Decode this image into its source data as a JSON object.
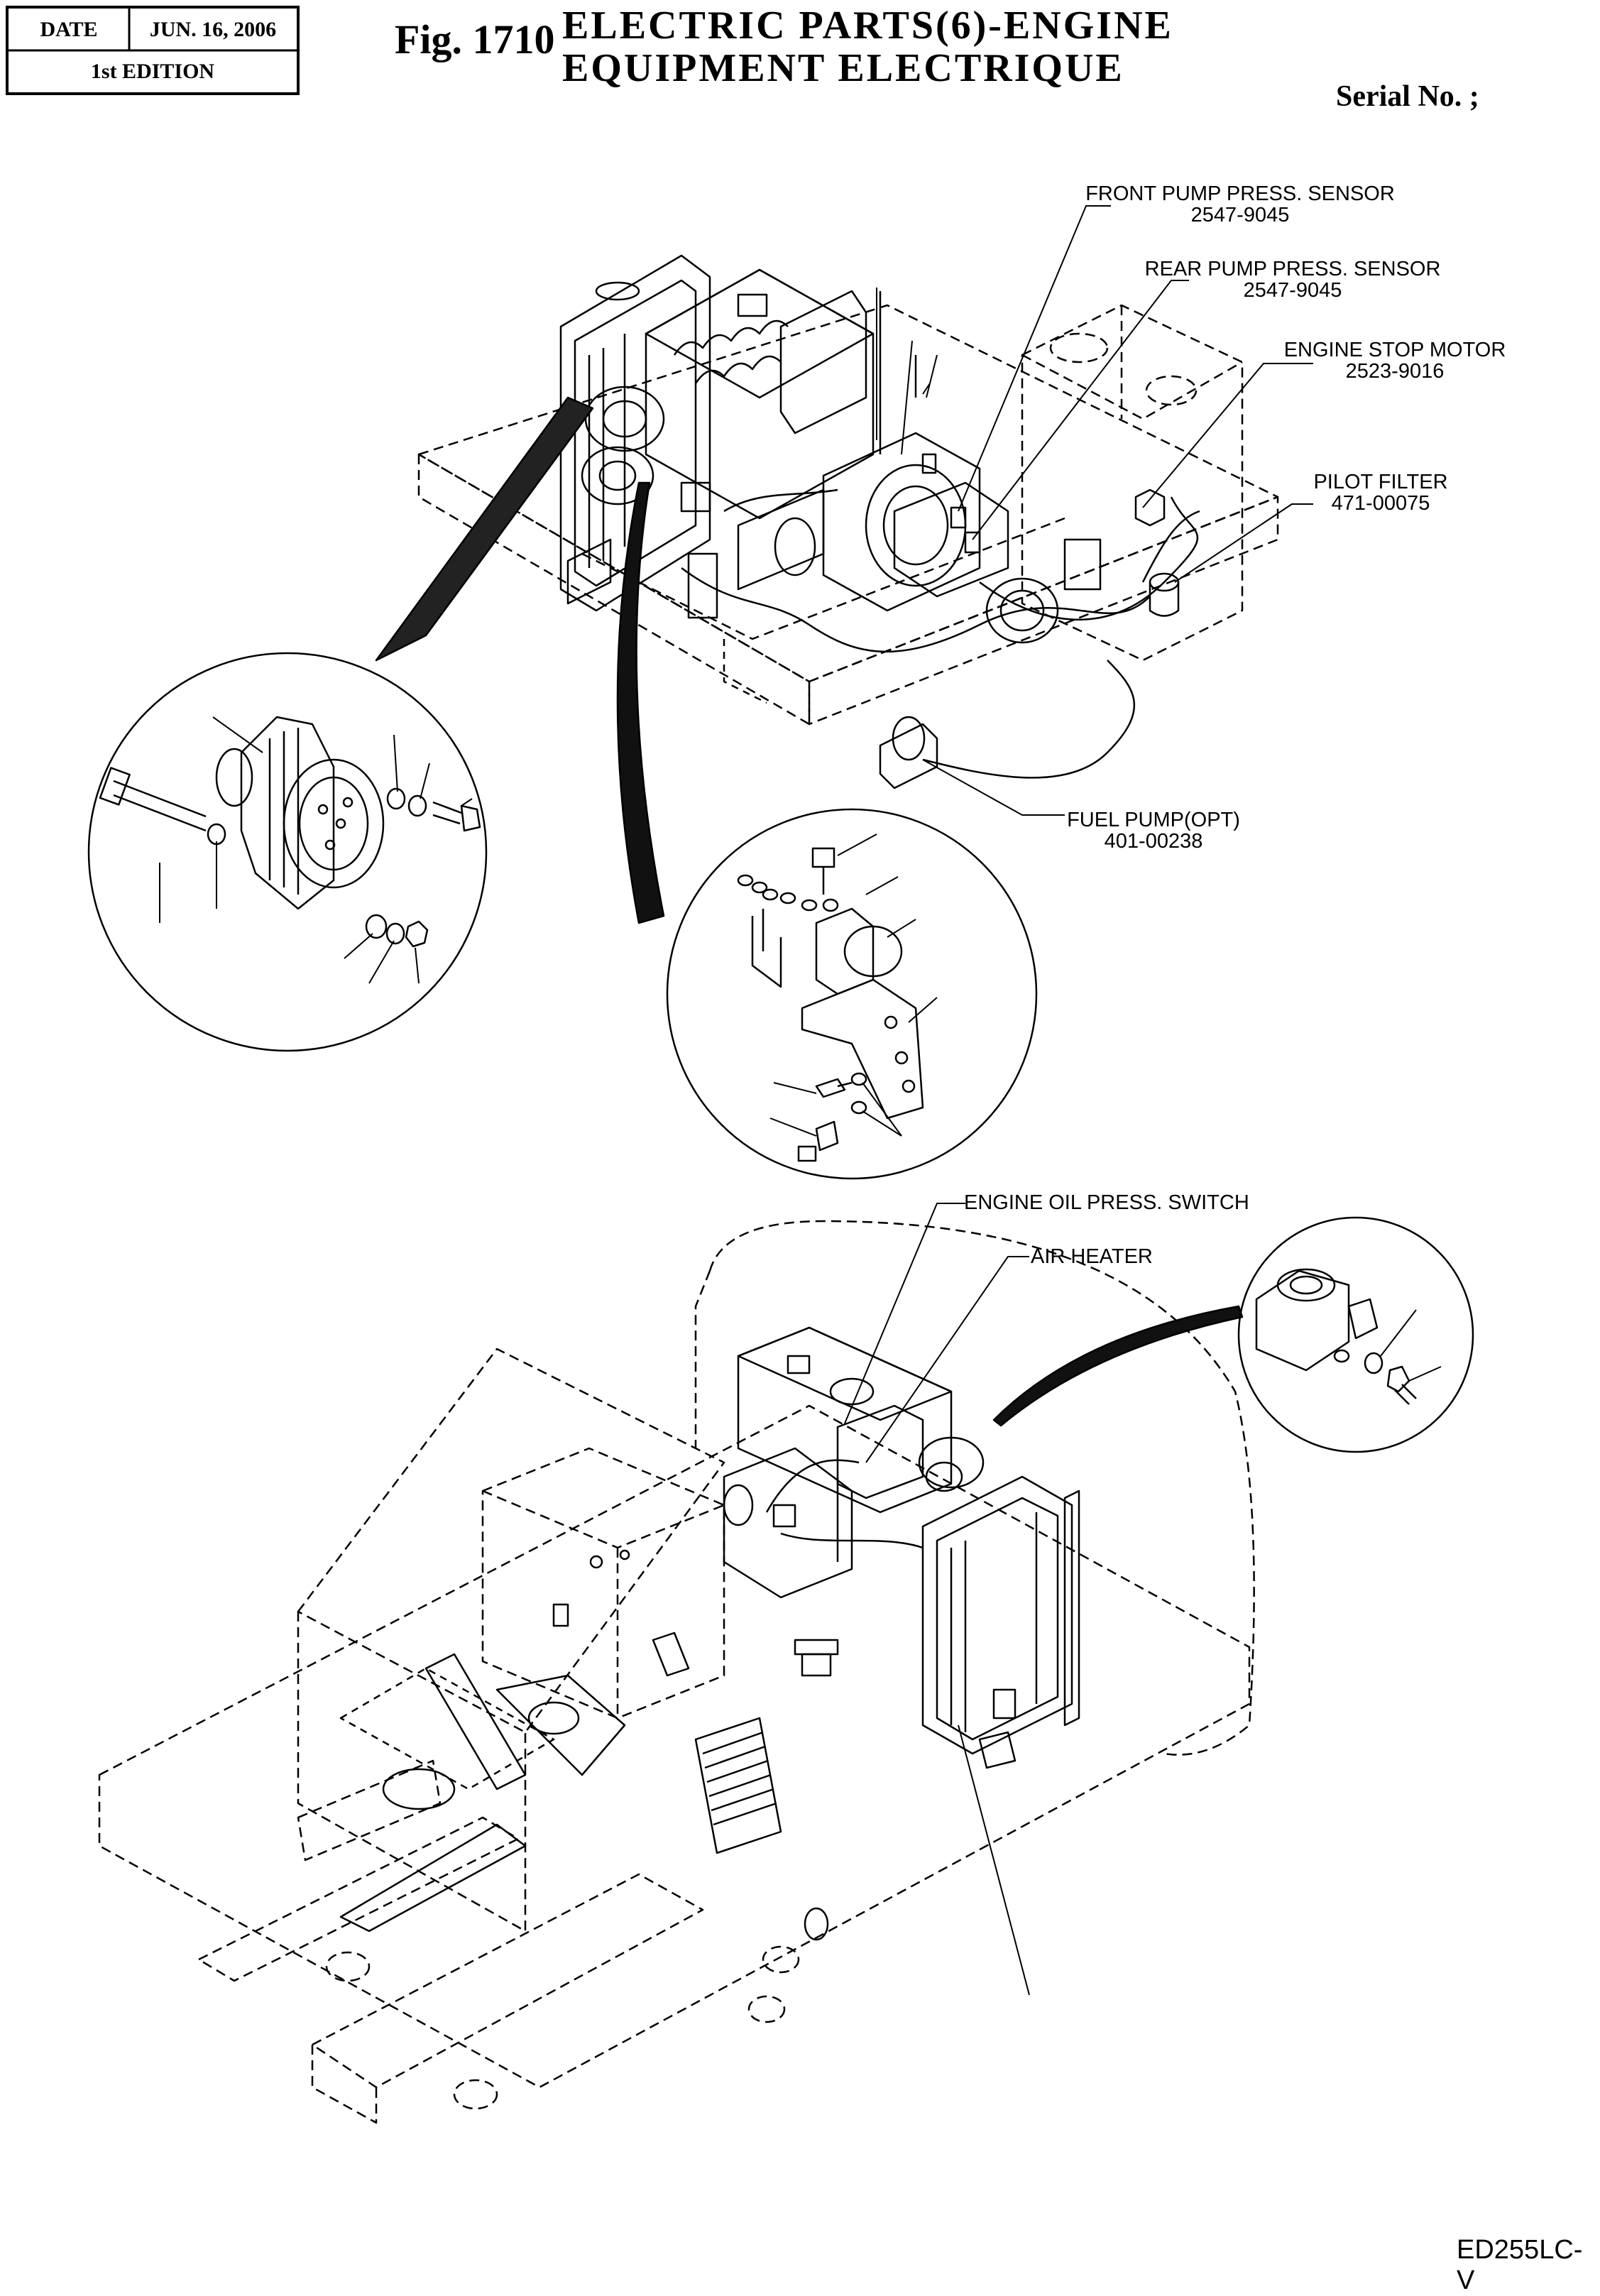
{
  "header": {
    "date_label": "DATE",
    "date_value": "JUN. 16, 2006",
    "edition": "1st EDITION"
  },
  "figure": {
    "number": "Fig. 1710",
    "title_line1": "ELECTRIC  PARTS(6)-ENGINE",
    "title_line2": "EQUIPMENT  ELECTRIQUE",
    "serial": "Serial No. ;",
    "model": "ED255LC-V"
  },
  "callouts": [
    {
      "name": "FRONT PUMP PRESS. SENSOR",
      "part_no": "2547-9045"
    },
    {
      "name": "REAR PUMP PRESS. SENSOR",
      "part_no": "2547-9045"
    },
    {
      "name": "ENGINE STOP MOTOR",
      "part_no": "2523-9016"
    },
    {
      "name": "PILOT FILTER",
      "part_no": "471-00075"
    },
    {
      "name": "FUEL PUMP(OPT)",
      "part_no": "401-00238"
    },
    {
      "name": "ENGINE OIL PRESS. SWITCH",
      "part_no": ""
    },
    {
      "name": "AIR HEATER",
      "part_no": ""
    }
  ]
}
